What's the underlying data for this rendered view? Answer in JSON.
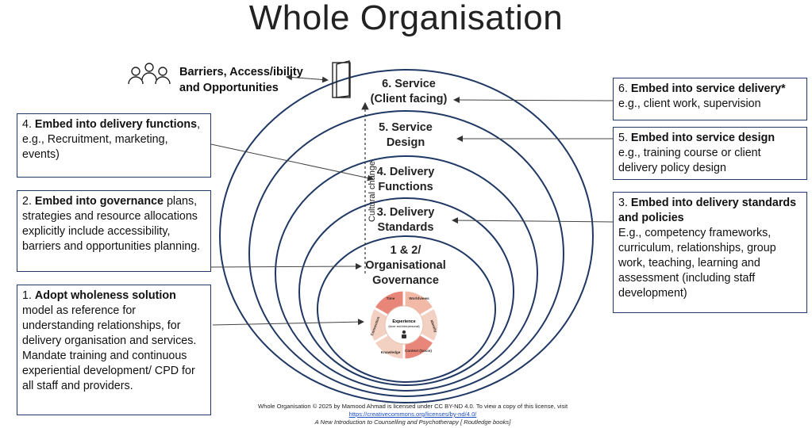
{
  "title": "Whole Organisation",
  "barriers": {
    "line1": "Barriers, Access/ibility",
    "line2": "and Opportunities"
  },
  "rings": {
    "r6": {
      "line1": "6. Service",
      "line2": "(Client facing)"
    },
    "r5": {
      "line1": "5. Service",
      "line2": "Design"
    },
    "r4": {
      "line1": "4. Delivery",
      "line2": "Functions"
    },
    "r3": {
      "line1": "3. Delivery",
      "line2": "Standards"
    },
    "r12": {
      "line1": "1 & 2/",
      "line2": "Organisational",
      "line3": "Governance"
    }
  },
  "cultural_change": "Cultural change",
  "wheel": {
    "center_title": "Experience",
    "center_sub": "(inner and interpersonal)",
    "segments": [
      "Time",
      "Worldviews",
      "Identity",
      "Context (Socio)",
      "Knowledge",
      "Connection"
    ]
  },
  "boxes": {
    "b6": {
      "prefix": "6. ",
      "bold": "Embed into service delivery*",
      "rest": "e.g., client work, supervision"
    },
    "b5": {
      "prefix": "5. ",
      "bold": "Embed into service design",
      "rest": "e.g., training course or client delivery policy design"
    },
    "b3": {
      "prefix": "3. ",
      "bold": "Embed into delivery standards and policies",
      "rest": "E.g., competency frameworks, curriculum, relationships, group work, teaching, learning and assessment (including staff development)"
    },
    "b4": {
      "prefix": "4. ",
      "bold": "Embed into delivery functions",
      "rest": ", e.g., Recruitment, marketing, events)"
    },
    "b2": {
      "prefix": "2. ",
      "bold": "Embed into governance",
      "rest": " plans, strategies and resource allocations explicitly include accessibility, barriers and opportunities planning."
    },
    "b1": {
      "prefix": "1. ",
      "bold": "Adopt wholeness solution",
      "rest": " model as reference for understanding relationships, for delivery organisation and services. Mandate training and continuous experiential development/ CPD for all staff and providers."
    }
  },
  "footer": {
    "line1": "Whole Organisation © 2025 by Mamood Ahmad is licensed under CC BY-ND 4.0. To view a copy of this license, visit",
    "link": "https://creativecommons.org/licenses/by-nd/4.0/",
    "book": "A New Introduction to Counselling and Psychotherapy [ Routledge books]"
  },
  "colors": {
    "ring": "#1f3864",
    "box_border": "#1f3864",
    "wheel_dark": "#e07a6a",
    "wheel_light": "#f3c9b8"
  }
}
